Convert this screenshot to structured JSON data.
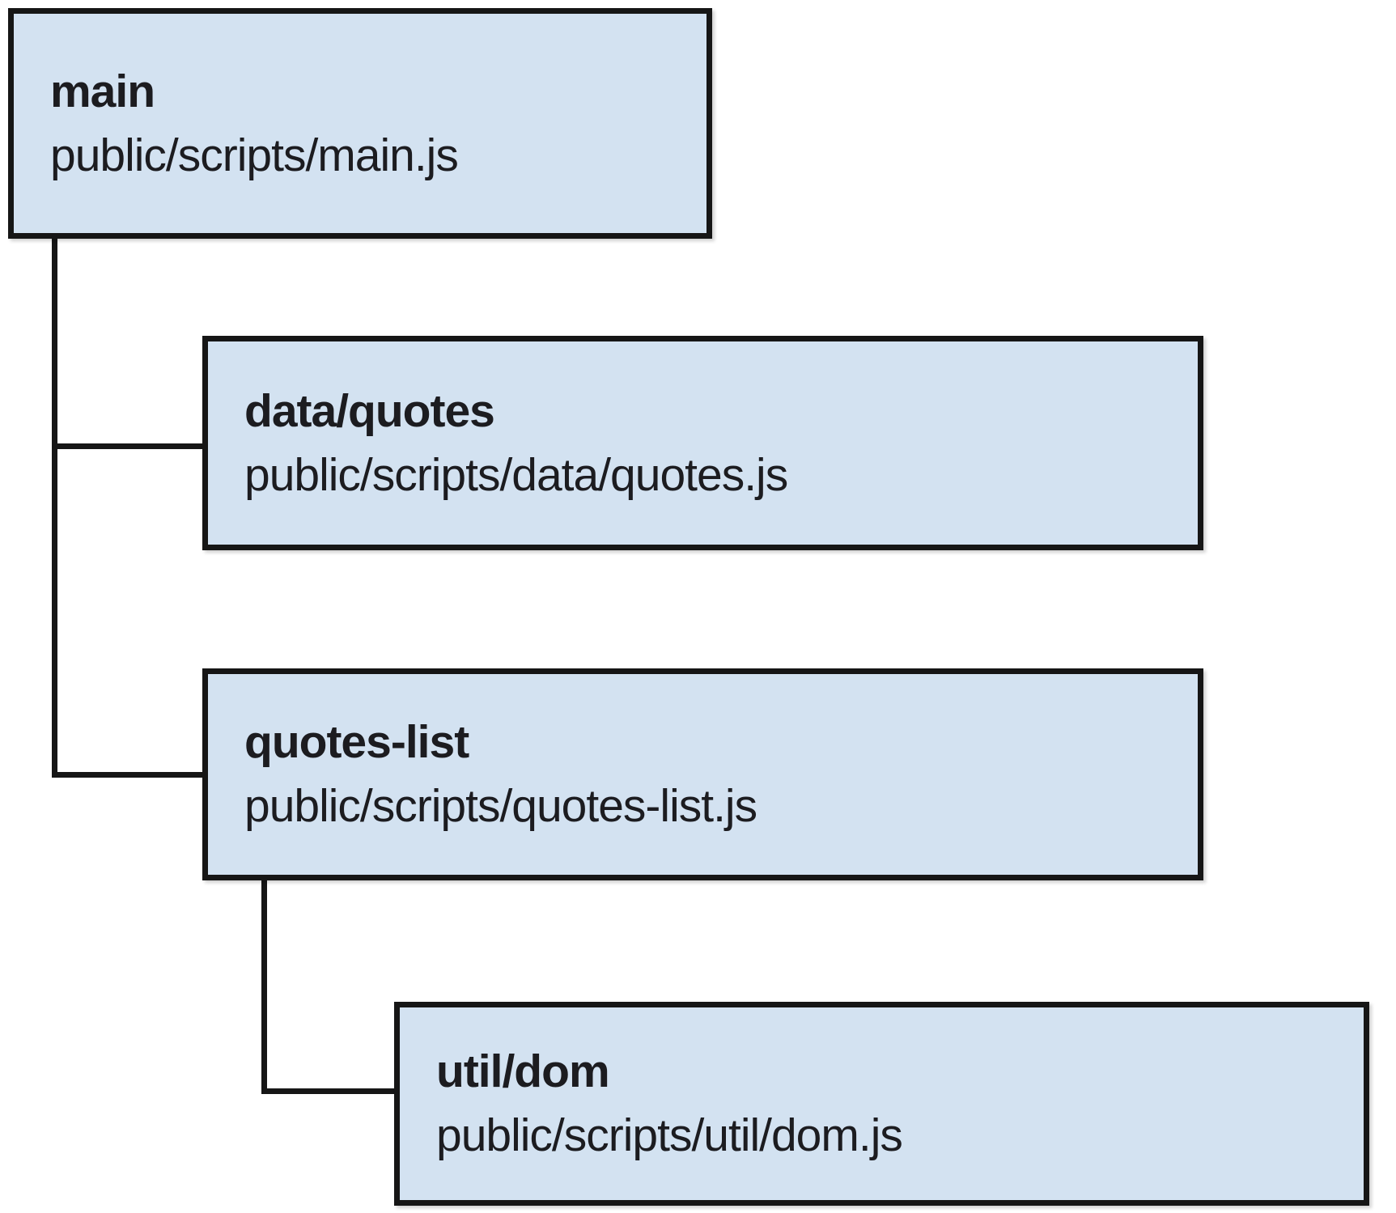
{
  "diagram": {
    "type": "module-dependency-tree",
    "nodes": [
      {
        "id": "main",
        "label": "main",
        "path": "public/scripts/main.js"
      },
      {
        "id": "data-quotes",
        "label": "data/quotes",
        "path": "public/scripts/data/quotes.js"
      },
      {
        "id": "quotes-list",
        "label": "quotes-list",
        "path": "public/scripts/quotes-list.js"
      },
      {
        "id": "util-dom",
        "label": "util/dom",
        "path": "public/scripts/util/dom.js"
      }
    ],
    "edges": [
      {
        "from": "main",
        "to": "data/quotes"
      },
      {
        "from": "main",
        "to": "quotes-list"
      },
      {
        "from": "quotes-list",
        "to": "util/dom"
      }
    ],
    "colors": {
      "node_fill": "#d3e2f1",
      "node_border": "#161616",
      "connector_line": "#161616",
      "text": "#1c1c20",
      "background": "#ffffff"
    }
  }
}
